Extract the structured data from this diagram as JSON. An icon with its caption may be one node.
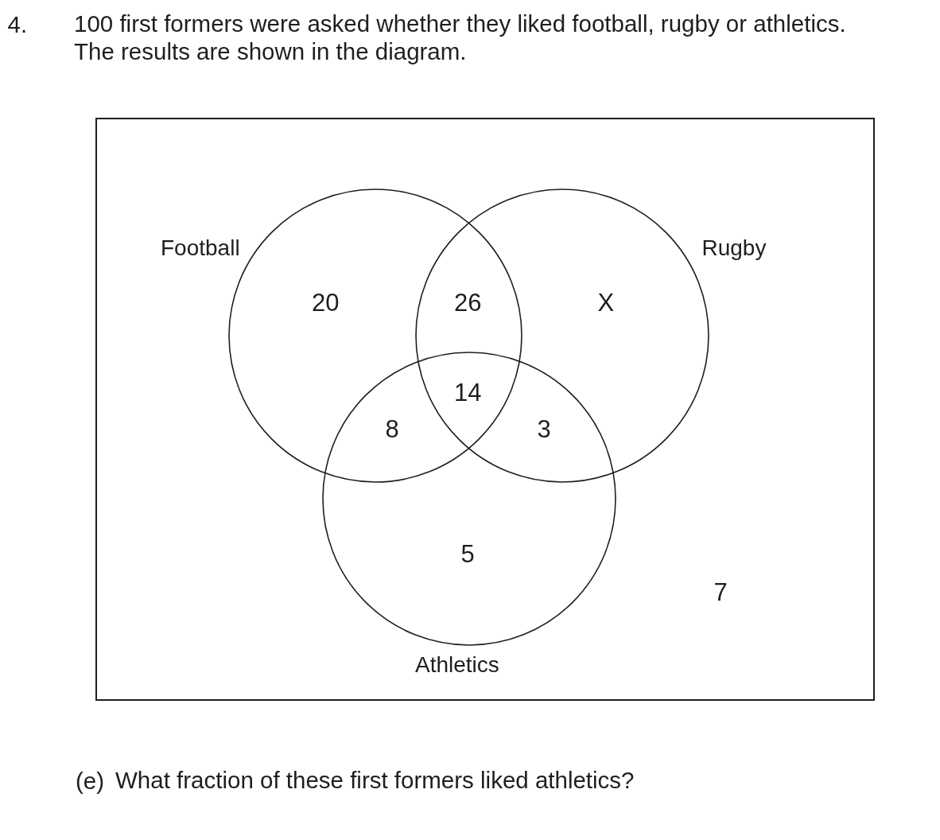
{
  "diagram": {
    "title": "100 first formers were asked whether they liked football, rugby or athletics. The results are shown in the diagram.",
    "caption": "What fraction of these first formers liked athletics?",
    "nodes": [
      {
        "text": [],
        "shape": "box"
      },
      {
        "text": [
          "Football"
        ],
        "in": 0
      },
      {
        "text": [
          "Rugby"
        ],
        "in": 0
      },
      {
        "text": [
          "Athletics"
        ],
        "in": 0
      }
    ],
    "labels": [
      "4.",
      "20",
      "26",
      "X",
      "14",
      "8",
      "3",
      "5",
      "7",
      "(e)"
    ]
  }
}
